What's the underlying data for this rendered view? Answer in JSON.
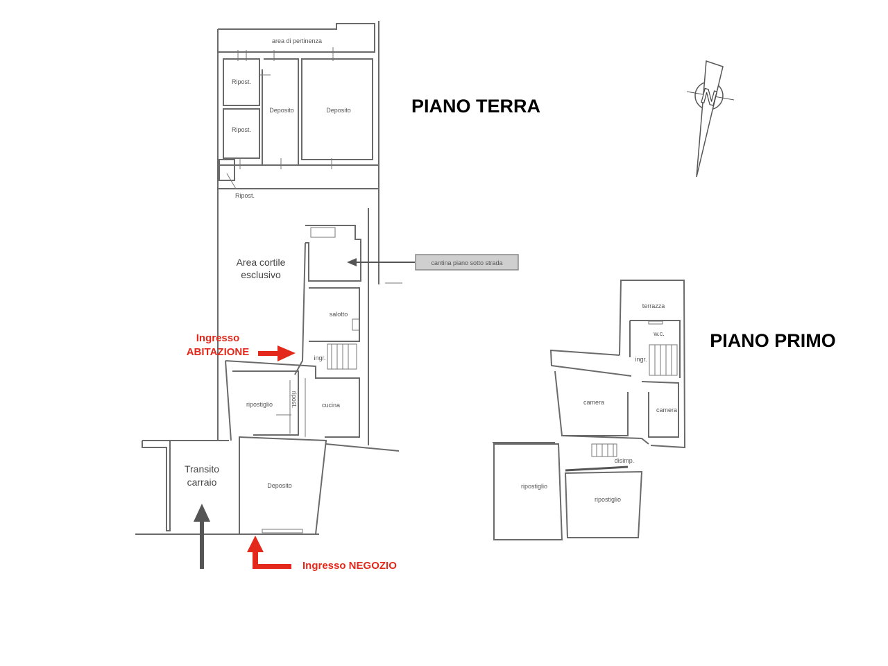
{
  "titles": {
    "ground_floor": "PIANO TERRA",
    "first_floor": "PIANO PRIMO"
  },
  "ground_floor": {
    "area_pertinenza": "area di pertinenza",
    "ripost_1": "Ripost.",
    "ripost_2": "Ripost.",
    "ripost_3": "Ripost.",
    "deposito_1": "Deposito",
    "deposito_2": "Deposito",
    "cortile_line1": "Area cortile",
    "cortile_line2": "esclusivo",
    "salotto": "salotto",
    "ingr": "ingr.",
    "ripostiglio": "ripostiglio",
    "ripost_narrow": "ripost.",
    "cucina": "cucina",
    "deposito_shop": "Deposito",
    "transito_line1": "Transito",
    "transito_line2": "carraio",
    "callout": "cantina piano sotto strada",
    "ingresso_abitazione_line1": "Ingresso",
    "ingresso_abitazione_line2": "ABITAZIONE",
    "ingresso_negozio": "Ingresso NEGOZIO"
  },
  "first_floor": {
    "terrazza": "terrazza",
    "wc": "w.c.",
    "ingr": "ingr.",
    "camera_1": "camera",
    "camera_2": "camera",
    "disimp": "disimp.",
    "ripostiglio_1": "ripostiglio",
    "ripostiglio_2": "ripostiglio"
  },
  "compass": {
    "letter": "N"
  },
  "colors": {
    "accent_red": "#e2291b",
    "arrow_grey": "#555555",
    "wall": "#6a6a6a"
  }
}
